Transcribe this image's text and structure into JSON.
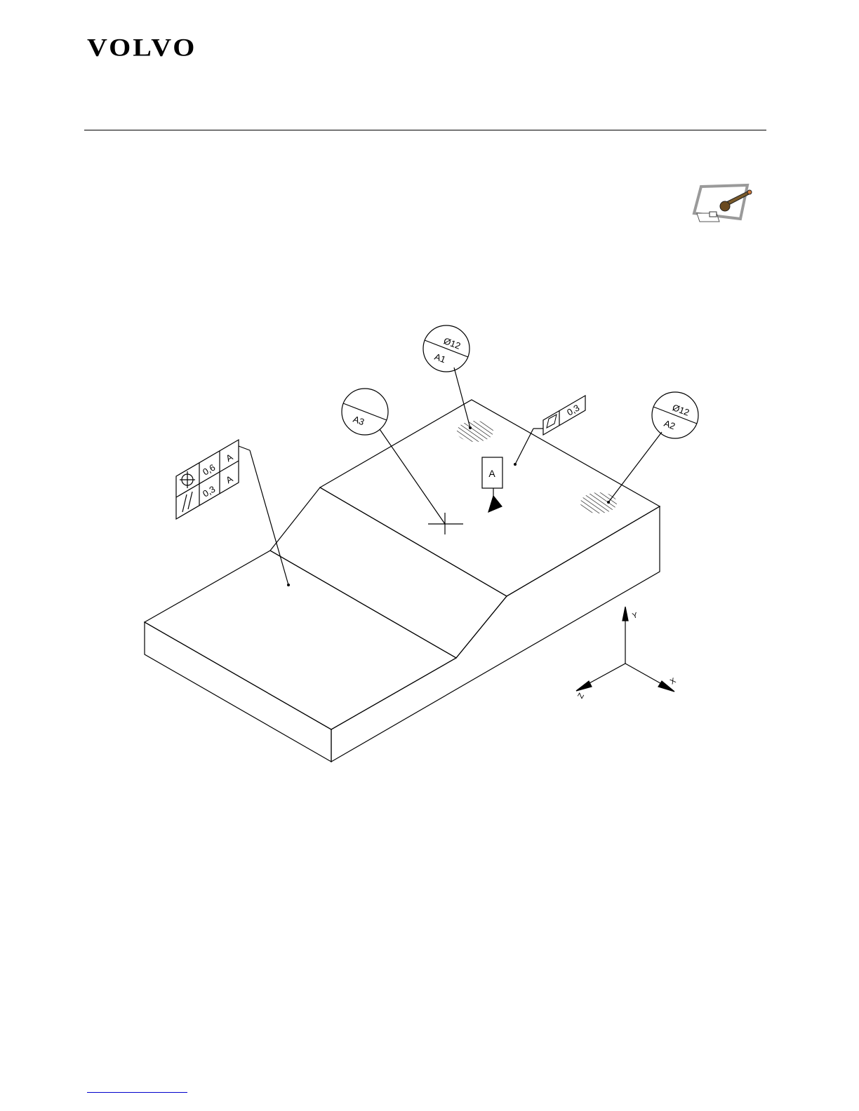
{
  "header": {
    "brand": "VOLVO"
  },
  "icons": {
    "tool": "wrench-screen-icon"
  },
  "drawing": {
    "datum_callouts": [
      {
        "id": "a1",
        "size": "Ø12",
        "label": "A1"
      },
      {
        "id": "a2",
        "size": "Ø12",
        "label": "A2"
      },
      {
        "id": "a3",
        "size": "",
        "label": "A3"
      }
    ],
    "datum_feature": {
      "letter": "A"
    },
    "flatness_frame": {
      "symbol": "flatness",
      "tolerance": "0,3"
    },
    "composite_frame": {
      "rows": [
        {
          "symbol": "position",
          "tolerance": "0,6",
          "datum": "A"
        },
        {
          "symbol": "parallelism",
          "tolerance": "0,3",
          "datum": "A"
        }
      ]
    },
    "axes": {
      "x": "X",
      "y": "Y",
      "z": "Z"
    }
  }
}
